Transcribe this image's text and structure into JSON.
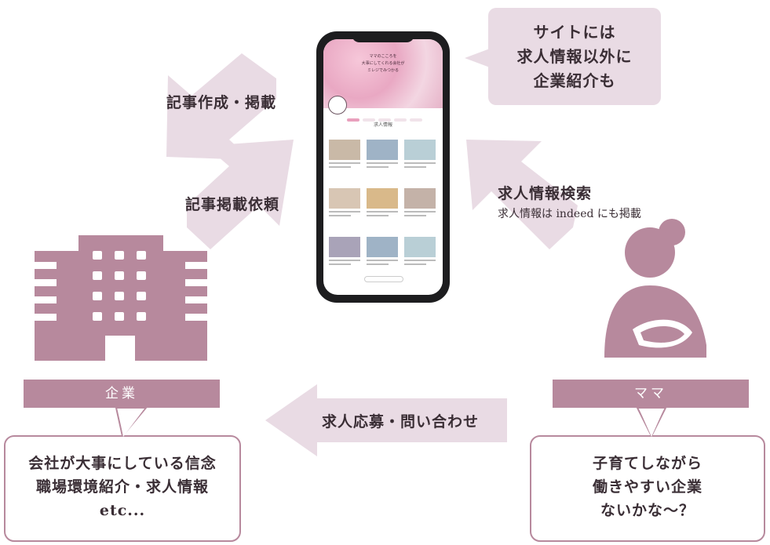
{
  "arrows": {
    "article_create": "記事作成・掲載",
    "article_request": "記事掲載依頼",
    "job_search": "求人情報検索",
    "job_search_sub": "求人情報は indeed にも掲載",
    "apply": "求人応募・問い合わせ"
  },
  "site_bubble": {
    "lines": [
      "サイトには",
      "求人情報以外に",
      "企業紹介も"
    ]
  },
  "company": {
    "label": "企業",
    "bubble_lines": [
      "会社が大事にしている信念",
      "職場環境紹介・求人情報",
      "etc..."
    ]
  },
  "mama": {
    "label": "ママ",
    "bubble_lines": [
      "子育てしながら",
      "働きやすい企業",
      "ないかな～？"
    ]
  },
  "phone": {
    "hero_lines": [
      "ママのこころを",
      "大事にしてくれる会社が",
      "ミレジでみつかる"
    ],
    "section_title": "求人情報"
  },
  "colors": {
    "arrow": "#e9dbe4",
    "accent": "#b7899d",
    "bubble_fill": "#e9dbe4"
  }
}
